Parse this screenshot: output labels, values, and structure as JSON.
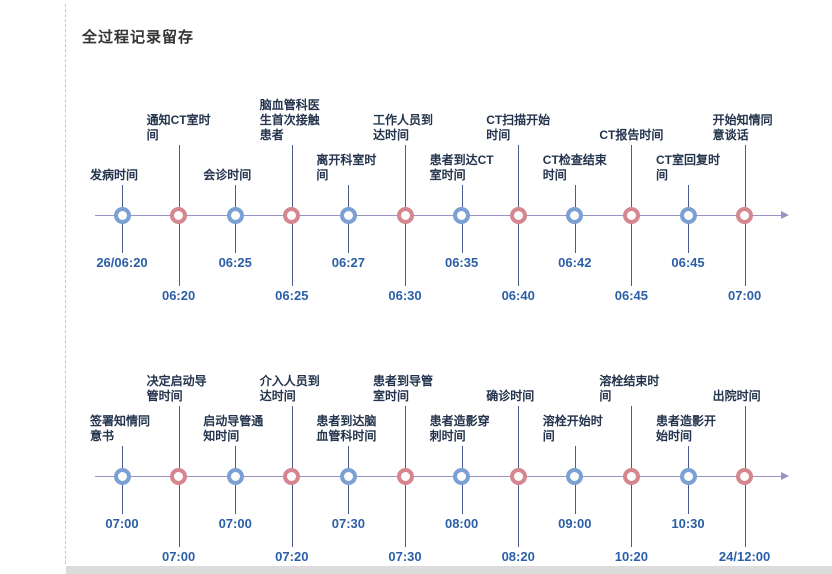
{
  "title": "全过程记录留存",
  "colors": {
    "blue_node": "#7ba0d4",
    "red_node": "#d6868e",
    "axis_line": "#9a93c4",
    "time_text": "#2b5fa8",
    "label_text": "#24344d"
  },
  "timelines": [
    {
      "name": "phase1",
      "events": [
        {
          "label": "发病时间",
          "time": "26/06:20",
          "color": "blue"
        },
        {
          "label": "通知CT室时间",
          "time": "06:20",
          "color": "red"
        },
        {
          "label": "会诊时间",
          "time": "06:25",
          "color": "blue"
        },
        {
          "label": "脑血管科医生首次接触患者",
          "time": "06:25",
          "color": "red"
        },
        {
          "label": "离开科室时间",
          "time": "06:27",
          "color": "blue"
        },
        {
          "label": "工作人员到达时间",
          "time": "06:30",
          "color": "red"
        },
        {
          "label": "患者到达CT室时间",
          "time": "06:35",
          "color": "blue"
        },
        {
          "label": "CT扫描开始时间",
          "time": "06:40",
          "color": "red"
        },
        {
          "label": "CT检查结束时间",
          "time": "06:42",
          "color": "blue"
        },
        {
          "label": "CT报告时间",
          "time": "06:45",
          "color": "red"
        },
        {
          "label": "CT室回复时间",
          "time": "06:45",
          "color": "blue"
        },
        {
          "label": "开始知情同意谈话",
          "time": "07:00",
          "color": "red"
        }
      ]
    },
    {
      "name": "phase2",
      "events": [
        {
          "label": "签署知情同意书",
          "time": "07:00",
          "color": "blue"
        },
        {
          "label": "决定启动导管时间",
          "time": "07:00",
          "color": "red"
        },
        {
          "label": "启动导管通知时间",
          "time": "07:00",
          "color": "blue"
        },
        {
          "label": "介入人员到达时间",
          "time": "07:20",
          "color": "red"
        },
        {
          "label": "患者到达脑血管科时间",
          "time": "07:30",
          "color": "blue"
        },
        {
          "label": "患者到导管室时间",
          "time": "07:30",
          "color": "red"
        },
        {
          "label": "患者造影穿刺时间",
          "time": "08:00",
          "color": "blue"
        },
        {
          "label": "确诊时间",
          "time": "08:20",
          "color": "red"
        },
        {
          "label": "溶栓开始时间",
          "time": "09:00",
          "color": "blue"
        },
        {
          "label": "溶栓结束时间",
          "time": "10:20",
          "color": "red"
        },
        {
          "label": "患者造影开始时间",
          "time": "10:30",
          "color": "blue"
        },
        {
          "label": "出院时间",
          "time": "24/12:00",
          "color": "red"
        }
      ]
    }
  ]
}
